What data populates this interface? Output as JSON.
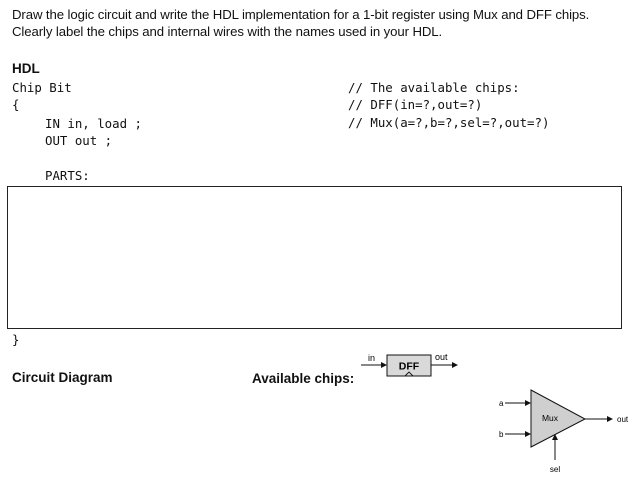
{
  "instructions": {
    "line1": "Draw the logic circuit and write the HDL implementation for a 1-bit register using Mux and DFF chips.",
    "line2": "Clearly label the chips and internal wires with the names used in your HDL."
  },
  "hdl": {
    "heading": "HDL",
    "chip_line": "Chip Bit",
    "open_brace": "{",
    "in_line": "IN in, load ;",
    "out_line": "OUT out ;",
    "parts_label": "PARTS:",
    "close_brace": "}",
    "comment_header": "// The available chips:",
    "comment_dff": "// DFF(in=?,out=?)",
    "comment_mux": "// Mux(a=?,b=?,sel=?,out=?)"
  },
  "parts_box": {
    "content": ""
  },
  "circuit_diagram": {
    "label": "Circuit Diagram"
  },
  "available_chips": {
    "label": "Available chips:",
    "dff": {
      "name": "DFF",
      "in_label": "in",
      "out_label": "out"
    },
    "mux": {
      "name": "Mux",
      "a_label": "a",
      "b_label": "b",
      "sel_label": "sel",
      "out_label": "out"
    }
  }
}
